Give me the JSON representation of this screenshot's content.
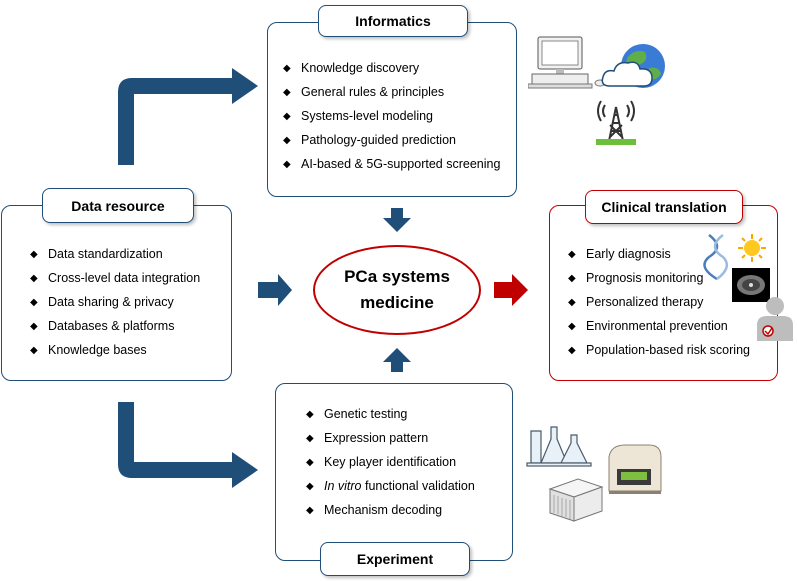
{
  "informatics": {
    "title": "Informatics",
    "items": [
      "Knowledge discovery",
      "General rules & principles",
      "Systems-level modeling",
      "Pathology-guided prediction",
      "AI-based & 5G-supported screening"
    ]
  },
  "data_resource": {
    "title": "Data resource",
    "items": [
      "Data standardization",
      "Cross-level data integration",
      "Data sharing & privacy",
      "Databases & platforms",
      "Knowledge bases"
    ]
  },
  "clinical": {
    "title": "Clinical translation",
    "items": [
      "Early diagnosis",
      "Prognosis monitoring",
      "Personalized therapy",
      "Environmental prevention",
      "Population-based risk scoring"
    ]
  },
  "experiment": {
    "title": "Experiment",
    "items": [
      "Genetic testing",
      "Expression pattern",
      "Key player identification",
      "functional validation",
      "Mechanism decoding"
    ],
    "italic_prefix": "In vitro"
  },
  "center": {
    "line1": "PCa systems",
    "line2": "medicine"
  },
  "bullet": "◆",
  "colors": {
    "blue": "#1f4e79",
    "red": "#c00000"
  },
  "icons": [
    "computer-icon",
    "globe-icon",
    "cloud-icon",
    "antenna-tower-icon",
    "dna-icon",
    "sun-icon",
    "ct-scan-icon",
    "patient-icon",
    "lab-flasks-icon",
    "pcr-machine-icon",
    "sample-rack-icon"
  ]
}
